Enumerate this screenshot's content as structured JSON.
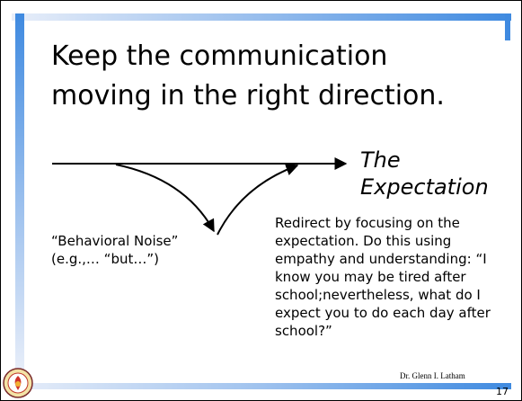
{
  "slide": {
    "title": "Keep the communication moving in the right direction.",
    "expectation_title_line1": "The",
    "expectation_title_line2": "Expectation",
    "noise_line1": "“Behavioral Noise”",
    "noise_line2": "(e.g.,… “but…”)",
    "redirect_text": "Redirect by focusing on the expectation.  Do this using empathy and understanding:  “I know you may be tired after school;nevertheless, what do I expect you to do each day after school?”",
    "credit": "Dr. Glenn I. Latham",
    "page_number": "17",
    "logo_icon": "guaranteed-seal-icon",
    "accent_color": "#3f8ae0"
  }
}
